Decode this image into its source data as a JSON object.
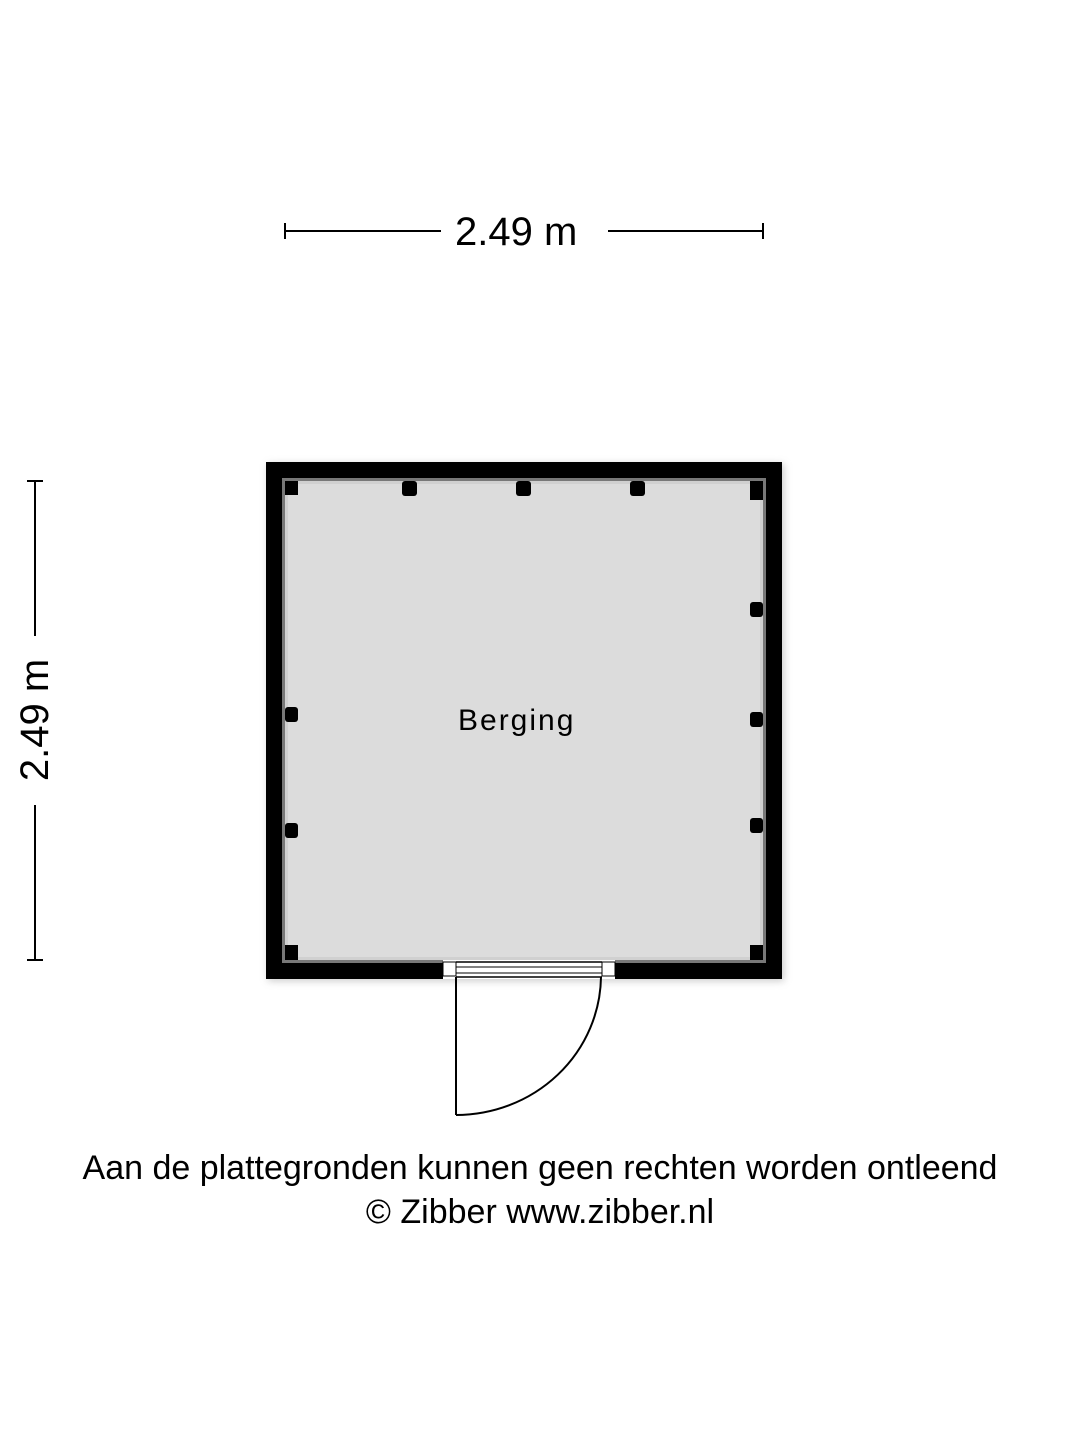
{
  "floorplan": {
    "room": {
      "name": "Berging",
      "fill": "#dcdcdc"
    },
    "wall_color": "#000000",
    "dimensions": {
      "width_label": "2.49 m",
      "height_label": "2.49 m"
    },
    "door": {
      "type": "single-swing",
      "position": "bottom-wall"
    }
  },
  "footer": {
    "disclaimer": "Aan de plattegronden kunnen geen rechten worden ontleend",
    "copyright": "© Zibber www.zibber.nl"
  }
}
